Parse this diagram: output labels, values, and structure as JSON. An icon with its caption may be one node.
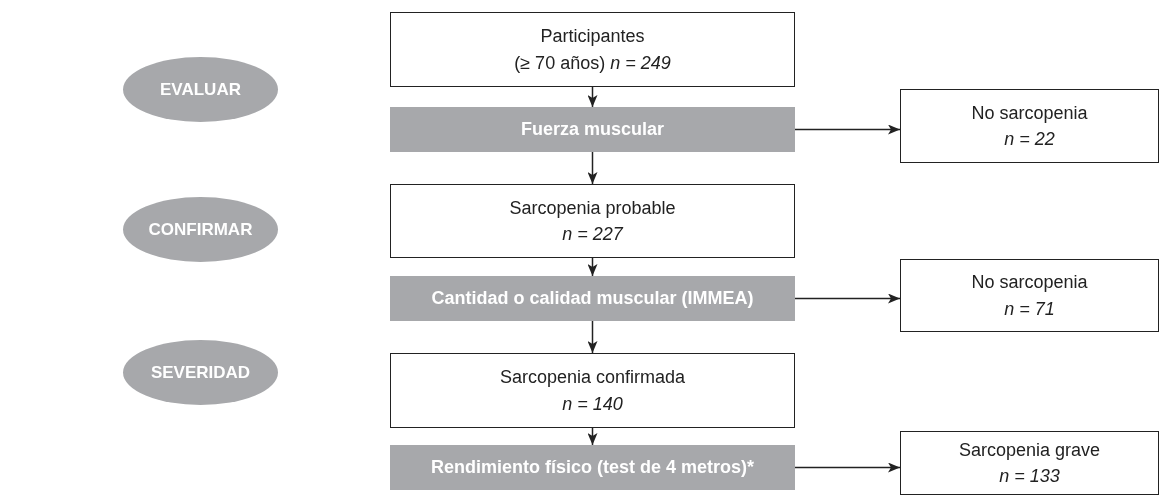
{
  "diagram": {
    "nodes": [
      {
        "text": [
          "EVALUAR"
        ]
      },
      {
        "text": [
          "Participantes",
          "(≥ 70 años) *n = 249*"
        ]
      },
      {
        "text": [
          "Fuerza muscular"
        ]
      },
      {
        "text": [
          "No sarcopenia",
          "n = 22"
        ]
      },
      {
        "text": [
          "CONFIRMAR"
        ]
      },
      {
        "text": [
          "Sarcopenia probable",
          "n = 227"
        ]
      },
      {
        "text": [
          "Cantidad o calidad muscular (IMMEA)"
        ]
      },
      {
        "text": [
          "No sarcopenia",
          "n = 71"
        ]
      },
      {
        "text": [
          "SEVERIDAD"
        ]
      },
      {
        "text": [
          "Sarcopenia confirmada",
          "n = 140"
        ]
      },
      {
        "text": [
          "Rendimiento físico (test de 4 metros)*"
        ]
      },
      {
        "text": [
          "Sarcopenia grave",
          "n = 133"
        ]
      }
    ],
    "edges": [
      {
        "from": 1,
        "to": 2,
        "arrow": "to"
      },
      {
        "from": 2,
        "to": 3,
        "arrow": "to"
      },
      {
        "from": 2,
        "to": 5,
        "arrow": "to"
      },
      {
        "from": 5,
        "to": 6,
        "arrow": "to"
      },
      {
        "from": 6,
        "to": 7,
        "arrow": "to"
      },
      {
        "from": 6,
        "to": 9,
        "arrow": "to"
      },
      {
        "from": 9,
        "to": 10,
        "arrow": "to"
      },
      {
        "from": 10,
        "to": 11,
        "arrow": "to"
      }
    ]
  }
}
